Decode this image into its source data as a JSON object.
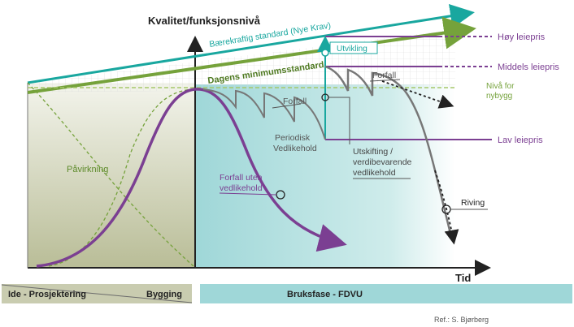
{
  "colors": {
    "teal": "#19a79f",
    "green": "#75a23b",
    "lightgreen": "#a6c76a",
    "purple": "#7b3f92",
    "gray": "#6b6b6b",
    "dark": "#222222",
    "bar_left": "#c9ccb0",
    "bar_right": "#9fd7d8"
  },
  "axes": {
    "y_label": "Kvalitet/funksjonsnivå",
    "x_label": "Tid"
  },
  "lines": {
    "sustainable": "Bærekraftig standard (Nye Krav)",
    "minimum": "Dagens minimumsstandard",
    "new_build": "Nivå for\nnybygg"
  },
  "rent_levels": {
    "high": "Høy leiepris",
    "medium": "Middels leiepris",
    "low": "Lav leiepris"
  },
  "annotations": {
    "development": "Utvikling",
    "decay_1": "Forfall",
    "decay_2": "Forfall",
    "periodic": "Periodisk\nVedlikehold",
    "replacement": "Utskifting /\nverdibevarende\nvedlikehold",
    "influence": "Påvirkning",
    "no_maintenance": "Forfall uten\nvedlikehold",
    "demolition": "Riving"
  },
  "phases": {
    "left_a": "Ide - Prosjektering",
    "left_b": "Bygging",
    "right": "Bruksfase - FDVU"
  },
  "reference": "Ref.: S. Bjørberg"
}
